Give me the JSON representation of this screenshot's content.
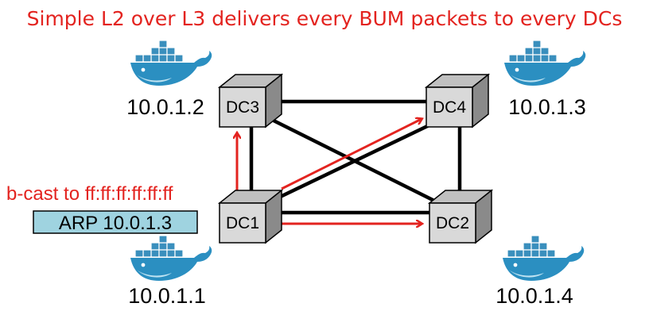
{
  "title": "Simple L2 over L3 delivers every BUM packets to every DCs",
  "nodes": {
    "dc1": "DC1",
    "dc2": "DC2",
    "dc3": "DC3",
    "dc4": "DC4"
  },
  "hosts": {
    "h1": "10.0.1.1",
    "h2": "10.0.1.2",
    "h3": "10.0.1.3",
    "h4": "10.0.1.4"
  },
  "broadcast_label": "b-cast to ff:ff:ff:ff:ff:ff",
  "arp_label": "ARP 10.0.1.3",
  "colors": {
    "accent_red": "#e3231f",
    "arp_box": "#9fd3e0",
    "whale": "#2b8fc1",
    "container": "#3a8fbd",
    "node_face": "#d9d9d9"
  },
  "icons": [
    "docker-whale-icon"
  ]
}
